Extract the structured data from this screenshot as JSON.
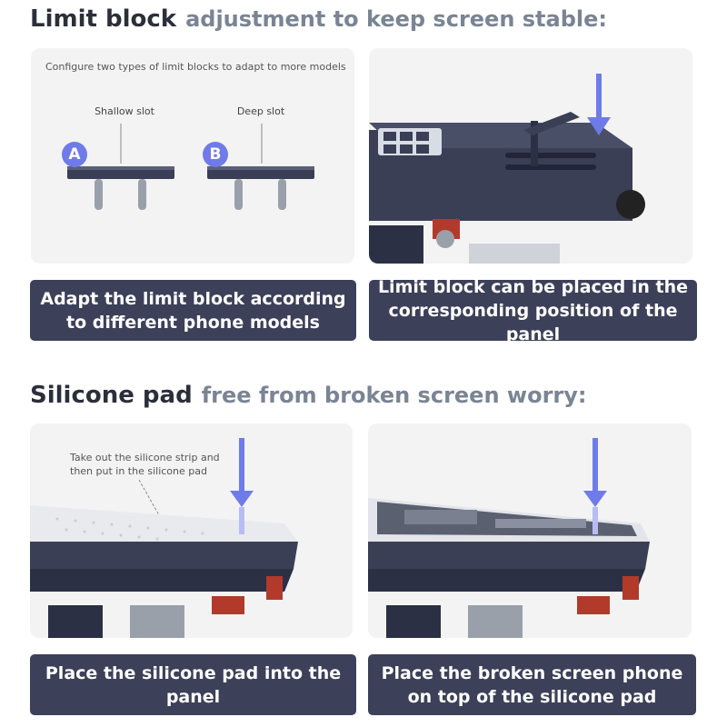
{
  "section1": {
    "title": "Limit block",
    "subtitle": "adjustment to keep screen stable:",
    "config_note": "Configure two types of limit blocks to adapt to more models",
    "slot_a_label": "Shallow slot",
    "slot_b_label": "Deep slot",
    "badge_a": "A",
    "badge_b": "B",
    "caption_left": "Adapt the limit block according to different phone models",
    "caption_right": "Limit block can be placed in the corresponding position of the panel"
  },
  "section2": {
    "title": "Silicone pad",
    "subtitle": "free from broken screen worry:",
    "pad_note": "Take out the silicone strip and then put in the silicone pad",
    "caption_left": "Place the silicone pad into the panel",
    "caption_right": "Place the broken screen phone on top of the silicone pad"
  },
  "colors": {
    "caption_bg": "#3c4058",
    "badge": "#6f7be8",
    "arrow": "#6f7be8",
    "metal": "#3a3f55"
  }
}
